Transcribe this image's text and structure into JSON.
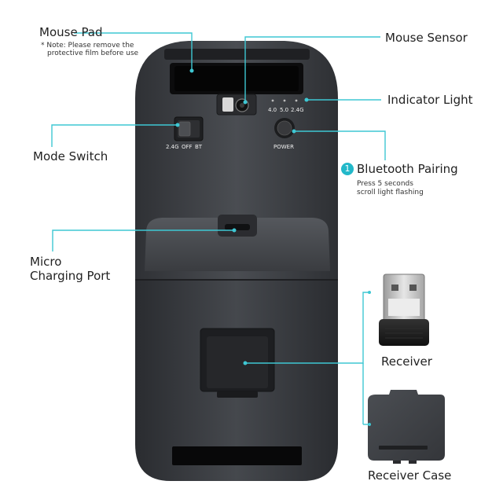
{
  "labels": {
    "mouse_pad": "Mouse Pad",
    "mouse_pad_note_1": "* Note: Please remove the",
    "mouse_pad_note_2": "protective film before use",
    "mouse_sensor": "Mouse Sensor",
    "indicator_light": "Indicator Light",
    "mode_switch": "Mode Switch",
    "bluetooth_pairing": "Bluetooth Pairing",
    "bluetooth_step": "1",
    "bluetooth_note_1": "Press 5 seconds",
    "bluetooth_note_2": "scroll light flashing",
    "micro_charging_1": "Micro",
    "micro_charging_2": "Charging Port",
    "receiver": "Receiver",
    "receiver_case": "Receiver Case"
  },
  "device_text": {
    "switch_24g": "2.4G",
    "switch_off": "OFF",
    "switch_bt": "BT",
    "ind_40": "4.0",
    "ind_50": "5.0",
    "ind_24g": "2.4G",
    "power": "POWER"
  },
  "colors": {
    "callout_line": "#3ec7d3",
    "accent": "#22b8c9",
    "body_dark": "#3a3c40"
  }
}
